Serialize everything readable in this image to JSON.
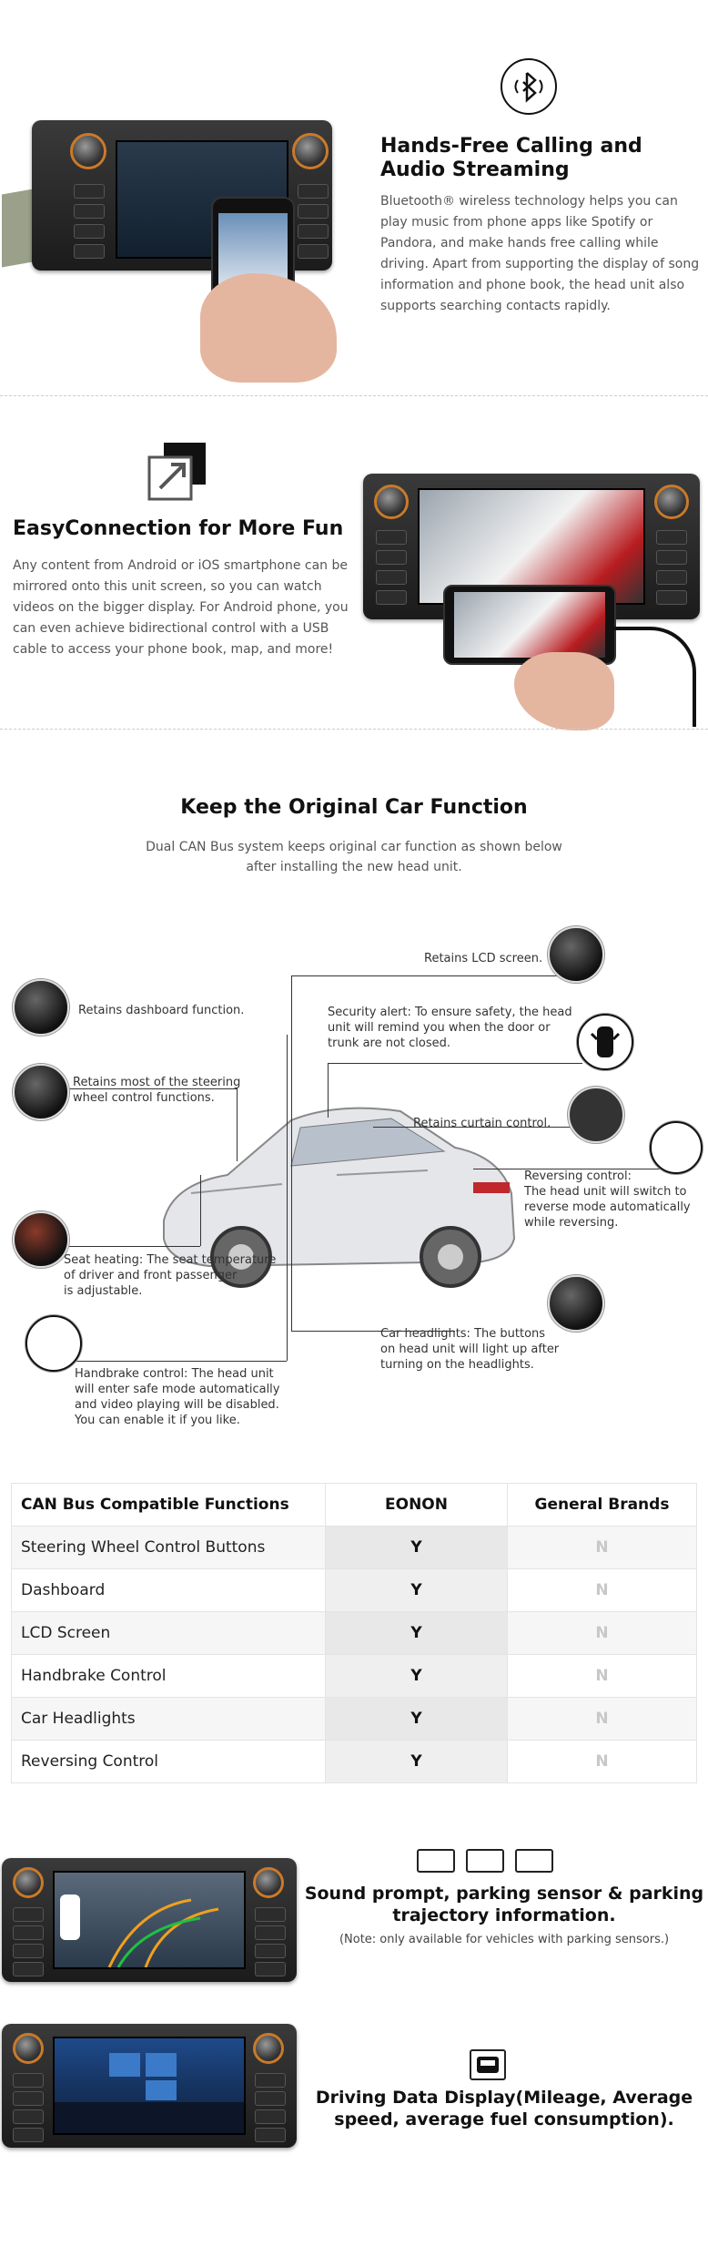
{
  "section1": {
    "title": "Hands-Free Calling and Audio Streaming",
    "body": "Bluetooth® wireless technology helps you can play music from phone apps like Spotify or Pandora, and make hands free calling while driving. Apart from supporting the display of song information and phone book, the head unit also supports searching contacts rapidly.",
    "icon": "bluetooth-icon"
  },
  "section2": {
    "title": "EasyConnection for More Fun",
    "body": "Any content from Android or iOS smartphone can be mirrored onto this unit screen, so you can watch videos on the bigger display. For Android phone, you can even achieve bidirectional control with a USB cable to access your phone book, map, and more!",
    "icon": "screen-mirror-icon"
  },
  "section3": {
    "title": "Keep the Original Car Function",
    "subtitle_line1": "Dual CAN Bus system keeps original car function as shown below",
    "subtitle_line2": "after installing the new head unit.",
    "labels": {
      "lcd": "Retains LCD screen.",
      "dashboard": "Retains dashboard function.",
      "security1": "Security alert: To ensure safety, the head",
      "security2": "unit will remind you when the door or",
      "security3": "trunk are not closed.",
      "steering1": "Retains most of the steering",
      "steering2": "wheel control functions.",
      "curtain": "Retains curtain control.",
      "reversing1": "Reversing control:",
      "reversing2": "The head unit will switch to",
      "reversing3": "reverse mode automatically",
      "reversing4": "while reversing.",
      "seat1": "Seat heating: The seat temperature",
      "seat2": "of driver and front passenger",
      "seat3": "is adjustable.",
      "headlights1": "Car headlights: The buttons",
      "headlights2": "on head unit will light up after",
      "headlights3": "turning on the headlights.",
      "handbrake1": "Handbrake control: The head unit",
      "handbrake2": "will enter safe mode automatically",
      "handbrake3": "and video playing will be disabled.",
      "handbrake4": "You can enable it if you like."
    }
  },
  "table": {
    "headers": [
      "CAN Bus Compatible Functions",
      "EONON",
      "General Brands"
    ],
    "rows": [
      [
        "Steering Wheel Control Buttons",
        "Y",
        "N"
      ],
      [
        "Dashboard",
        "Y",
        "N"
      ],
      [
        "LCD Screen",
        "Y",
        "N"
      ],
      [
        "Handbrake Control",
        "Y",
        "N"
      ],
      [
        "Car Headlights",
        "Y",
        "N"
      ],
      [
        "Reversing Control",
        "Y",
        "N"
      ]
    ]
  },
  "section4": {
    "title_line1": "Sound prompt, parking sensor & parking",
    "title_line2": "trajectory information.",
    "note": "(Note: only available for vehicles with parking sensors.)",
    "icons": [
      "parking-sensor-icon",
      "reverse-camera-icon",
      "car-front-icon"
    ]
  },
  "section5": {
    "title_line1": "Driving Data Display(Mileage, Average",
    "title_line2": "speed, average fuel consumption).",
    "icon": "driving-data-icon"
  },
  "colors": {
    "accent": "#c97a2a",
    "text": "#333333",
    "heading": "#111111"
  }
}
